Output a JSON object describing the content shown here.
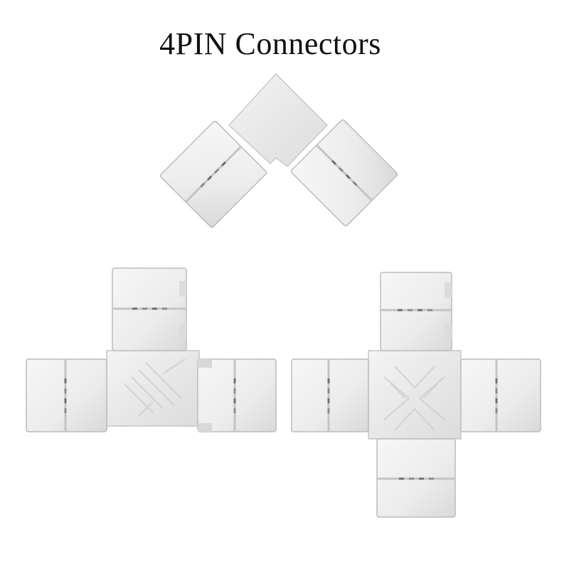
{
  "title": "4PIN Connectors",
  "connectors": [
    {
      "name": "l-shape-connector",
      "ports": 2
    },
    {
      "name": "t-shape-connector",
      "ports": 3
    },
    {
      "name": "x-shape-connector",
      "ports": 4
    }
  ],
  "colors": {
    "body": "#eeeeee",
    "body_shadow": "#cfcfcf",
    "edge": "#b9b9b9",
    "pin": "#7f7f7f",
    "background": "#ffffff",
    "text": "#111111"
  }
}
